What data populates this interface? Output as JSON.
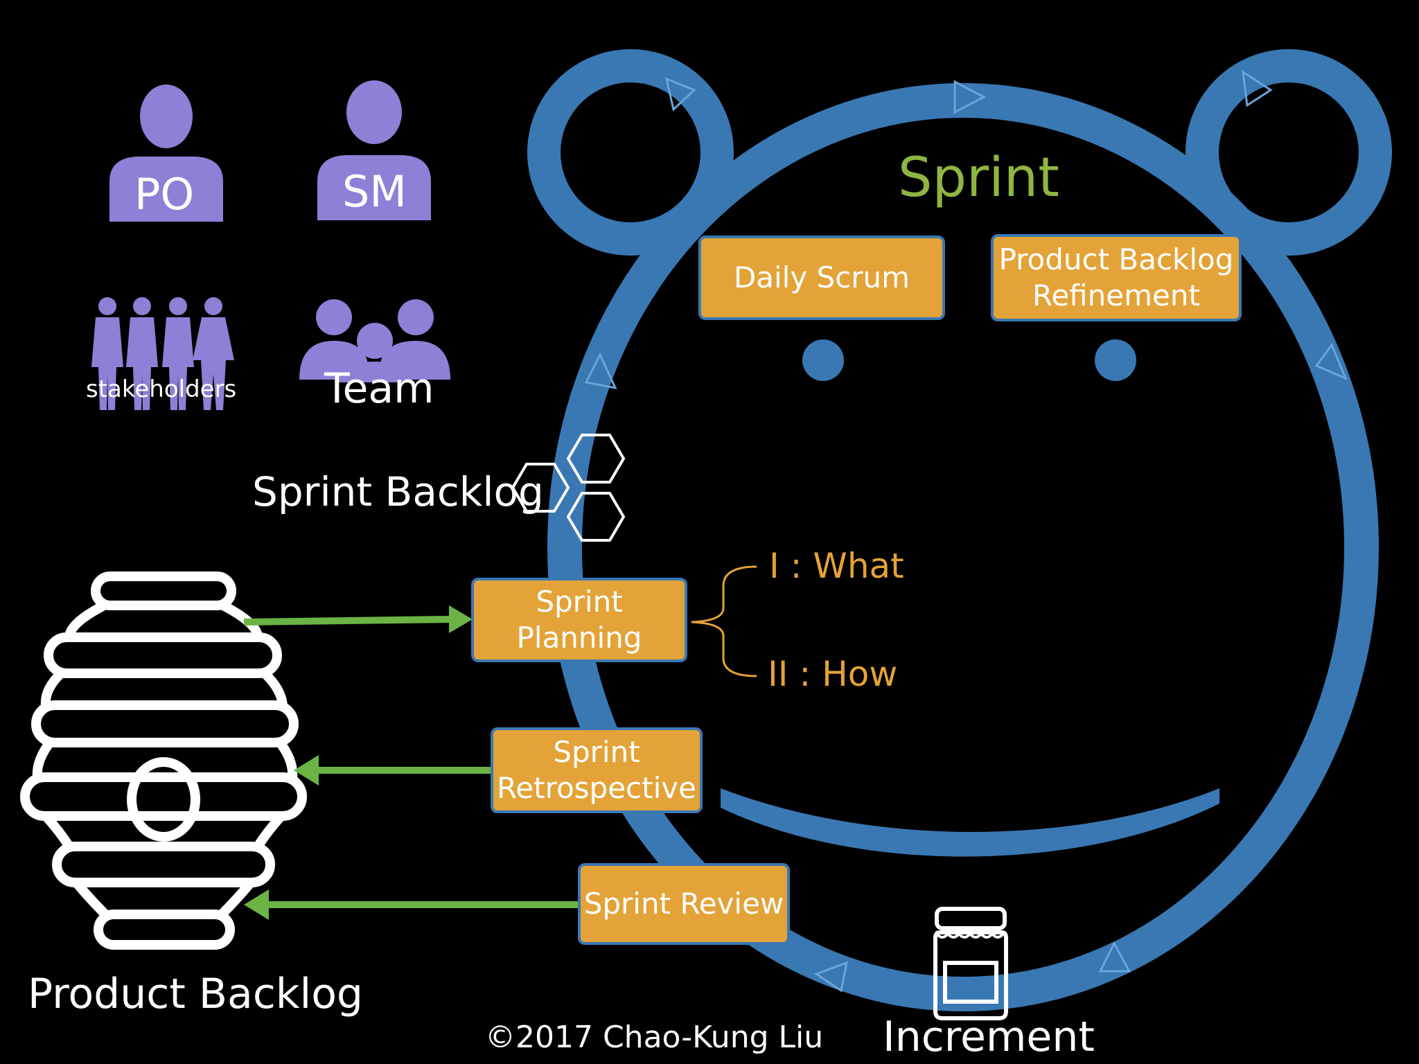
{
  "roles": {
    "po": "PO",
    "sm": "SM",
    "stakeholders": "stakeholders",
    "team": "Team"
  },
  "sprint": {
    "title": "Sprint",
    "daily_scrum": "Daily Scrum",
    "refinement_line1": "Product Backlog",
    "refinement_line2": "Refinement"
  },
  "artifacts": {
    "sprint_backlog": "Sprint Backlog",
    "product_backlog": "Product Backlog",
    "increment": "Increment"
  },
  "events": {
    "planning_line1": "Sprint",
    "planning_line2": "Planning",
    "retro_line1": "Sprint",
    "retro_line2": "Retrospective",
    "review": "Sprint Review"
  },
  "planning_parts": {
    "what": "I : What",
    "how": "II : How"
  },
  "copyright": "©2017 Chao-Kung Liu",
  "colors": {
    "background": "#000000",
    "loop_blue": "#3a78b3",
    "event_orange": "#e3a338",
    "role_purple": "#8f7fd6",
    "sprint_green": "#8fb542",
    "arrow_green": "#6ab344",
    "planning_text": "#e3a338"
  }
}
